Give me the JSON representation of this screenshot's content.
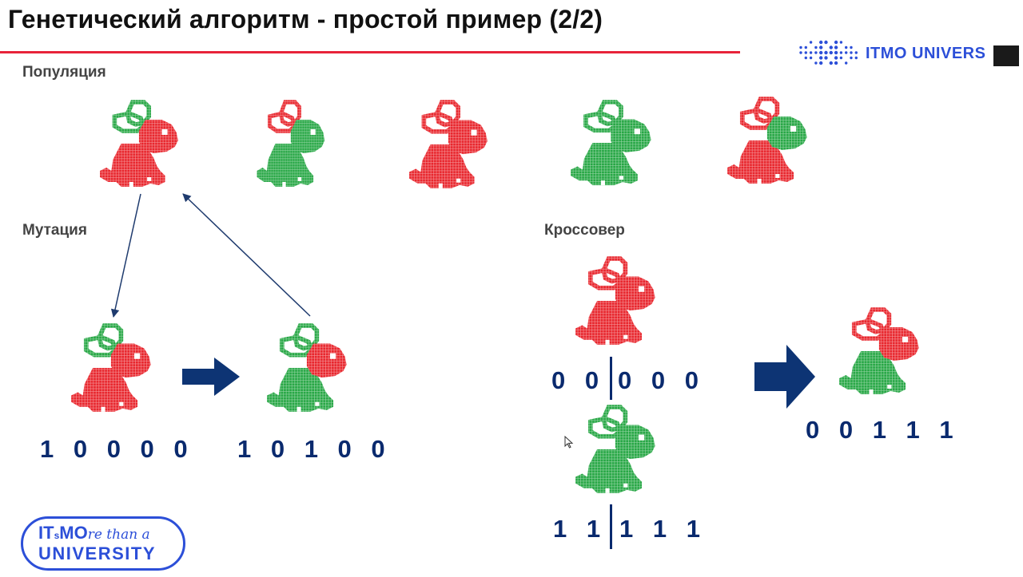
{
  "slide": {
    "title": "Генетический алгоритм - простой пример (2/2)"
  },
  "brand": {
    "top_logo_text": "ITMO UNIVERS",
    "bottom_logo_line1_main": "IT",
    "bottom_logo_line1_sub": "s",
    "bottom_logo_line1_rest": "MO",
    "bottom_logo_line1_script": "re than a",
    "bottom_logo_line2": "UNIVERSITY",
    "accent_color": "#2c4fd8"
  },
  "sections": {
    "population_label": "Популяция",
    "mutation_label": "Мутация",
    "crossover_label": "Кроссовер"
  },
  "colors": {
    "red": "#e8262d",
    "green": "#27a745",
    "rule": "#e8233a",
    "navy": "#0a2a6e",
    "arrow": "#0d3474"
  },
  "population": [
    {
      "ears": "green",
      "head": "red",
      "body": "red"
    },
    {
      "ears": "red",
      "head": "green",
      "body": "green"
    },
    {
      "ears": "red",
      "head": "red",
      "body": "red"
    },
    {
      "ears": "green",
      "head": "green",
      "body": "green"
    },
    {
      "ears": "red",
      "head": "green",
      "body": "red"
    }
  ],
  "mutation": {
    "before": {
      "ears": "green",
      "head": "red",
      "body": "red",
      "bits": "1 0 0 0 0"
    },
    "after": {
      "ears": "green",
      "head": "red",
      "body": "green",
      "bits": "1 0 1 0 0"
    }
  },
  "crossover": {
    "parent_a": {
      "ears": "red",
      "head": "red",
      "body": "red",
      "bits_left": "0 0",
      "bits_right": "0 0 0"
    },
    "parent_b": {
      "ears": "green",
      "head": "green",
      "body": "green",
      "bits_left": "1 1",
      "bits_right": "1 1 1"
    },
    "child": {
      "ears": "red",
      "head": "red",
      "body": "green",
      "bits": "0 0 1 1 1"
    }
  }
}
